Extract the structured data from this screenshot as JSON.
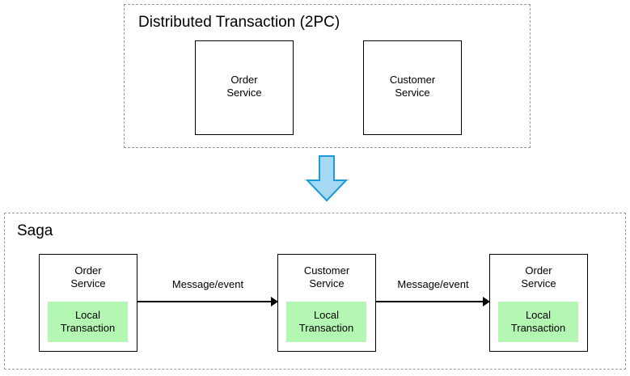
{
  "diagram": {
    "title_2pc": "Distributed Transaction (2PC)",
    "title_saga": "Saga",
    "colors": {
      "local_transaction_fill": "#b3f7b3",
      "arrow_fill": "#a5d8f3",
      "arrow_stroke": "#1d9bd8",
      "group_border": "#9a9a9a",
      "box_border": "#000000",
      "text": "#000000",
      "background": "#ffffff"
    },
    "two_pc": {
      "label": "Distributed Transaction (2PC)",
      "boxes": [
        {
          "name": "Order\nService"
        },
        {
          "name": "Customer\nService"
        }
      ]
    },
    "transition": {
      "icon": "down-arrow-icon",
      "direction": "down"
    },
    "saga": {
      "label": "Saga",
      "local_transaction_label": "Local\nTransaction",
      "boxes": [
        {
          "name": "Order\nService",
          "local_transaction": "Local\nTransaction"
        },
        {
          "name": "Customer\nService",
          "local_transaction": "Local\nTransaction"
        },
        {
          "name": "Order\nService",
          "local_transaction": "Local\nTransaction"
        }
      ],
      "flows": [
        {
          "label": "Message/event"
        },
        {
          "label": "Message/event"
        }
      ]
    }
  }
}
